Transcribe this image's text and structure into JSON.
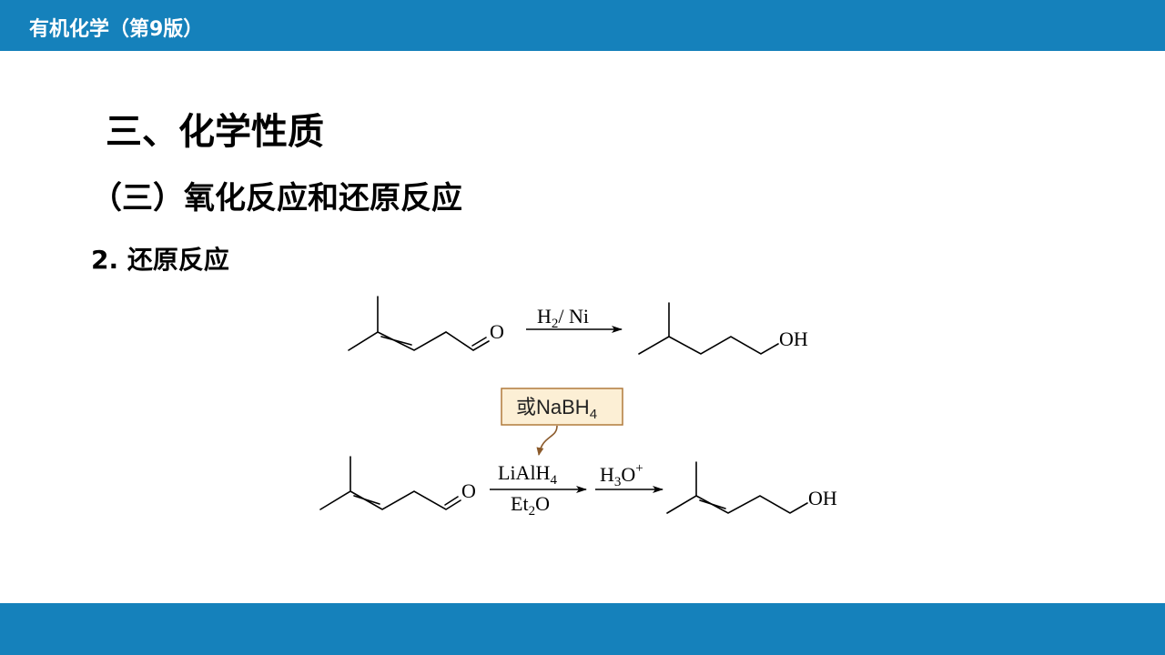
{
  "header": {
    "title": "有机化学（第9版）"
  },
  "slide": {
    "heading": "三、化学性质",
    "subheading": "（三）氧化反应和还原反应",
    "section": "2. 还原反应"
  },
  "reaction1": {
    "reactant_atom": "O",
    "reagent_h": "H",
    "reagent_h_sub": "2",
    "reagent_rest": "/ Ni",
    "product_group": "OH"
  },
  "reaction2": {
    "reactant_atom": "O",
    "callout_prefix": "或NaBH",
    "callout_sub": "4",
    "reagent_top": "LiAlH",
    "reagent_top_sub": "4",
    "reagent_bottom_pre": "Et",
    "reagent_bottom_sub": "2",
    "reagent_bottom_post": "O",
    "step2_h": "H",
    "step2_h_sub": "3",
    "step2_o": "O",
    "step2_sup": "+",
    "product_group": "OH"
  },
  "colors": {
    "bar": "#1581bb",
    "callout_fill": "#fcefd5",
    "callout_border": "#b07a3c",
    "callout_arrow": "#8b5a2b"
  }
}
